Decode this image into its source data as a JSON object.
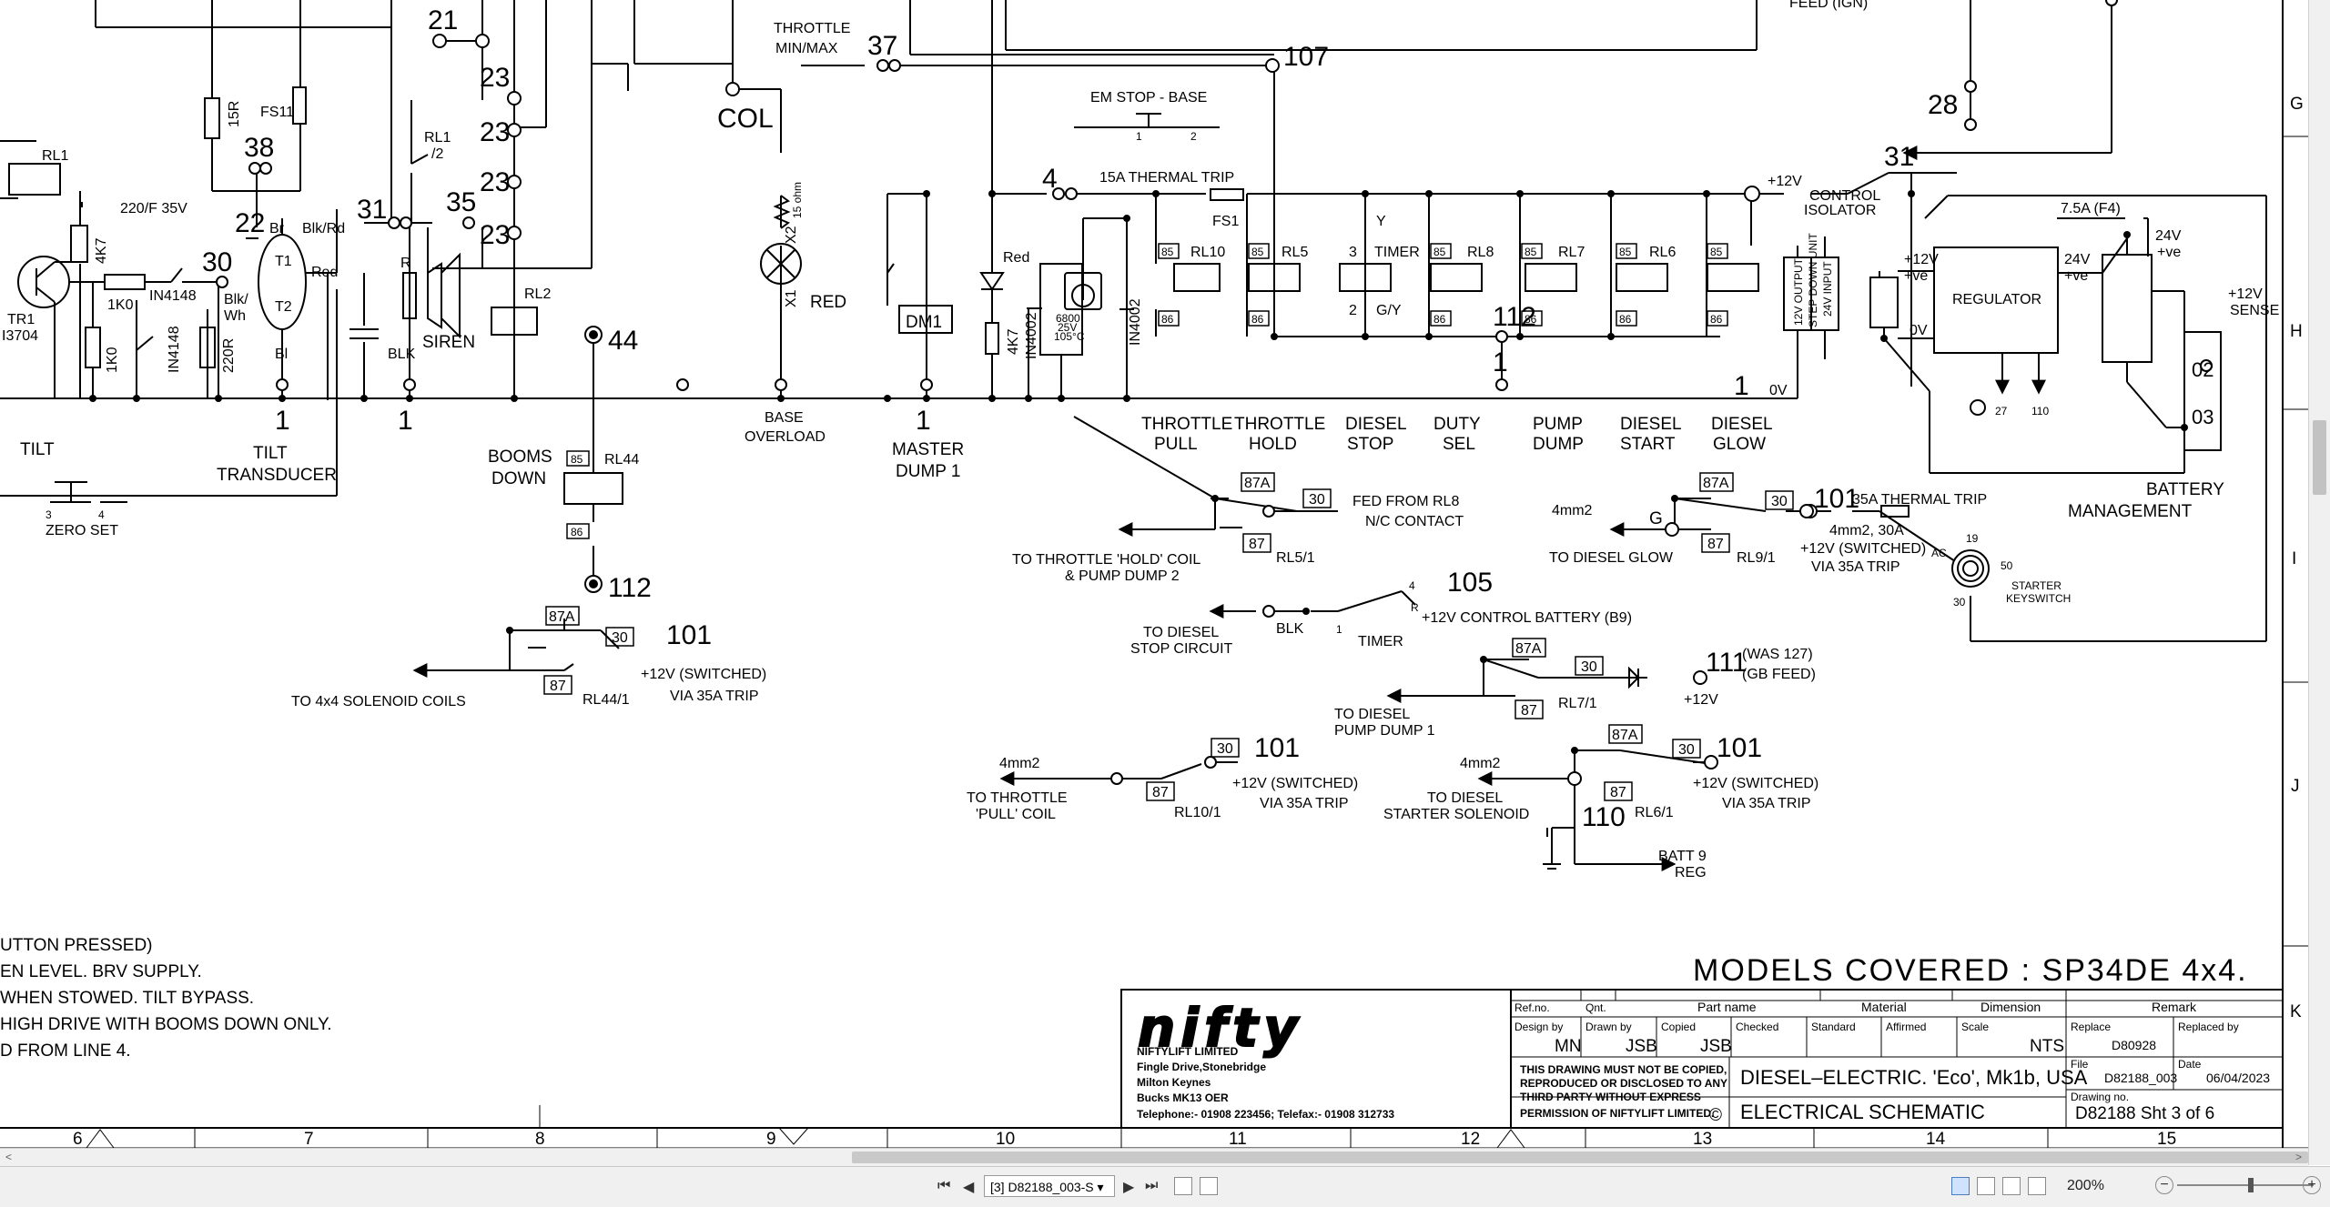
{
  "schematic": {
    "wire_numbers": {
      "w21": "21",
      "w23a": "23",
      "w23b": "23",
      "w23c": "23",
      "w23d": "23",
      "w37": "37",
      "w107": "107",
      "w28": "28",
      "w31r": "31",
      "w38": "38",
      "w22": "22",
      "w31l": "31",
      "w35": "35",
      "w30": "30",
      "w44": "44",
      "w4": "4",
      "w112a": "112",
      "w112b": "112",
      "w1a": "1",
      "w1b": "1",
      "w1c": "1",
      "w1d": "1",
      "w1e": "1",
      "w101a": "101",
      "w101b": "101",
      "w101c": "101",
      "w101d": "101",
      "w105": "105",
      "w111": "111",
      "w110": "110"
    },
    "labels": {
      "throttle_minmax": [
        "THROTTLE",
        "MIN/MAX"
      ],
      "col": "COL",
      "em_stop": "EM STOP - BASE",
      "thermal_15a": "15A THERMAL TRIP",
      "fs1": "FS1",
      "fs11": "FS11",
      "r15": "15R",
      "rl1": "RL1",
      "rl1_2": [
        "RL1",
        "/2"
      ],
      "cap_220": "220/F 35V",
      "r4k7": "4K7",
      "r1k0a": "1K0",
      "r1k0b": "1K0",
      "in4148a": "IN4148",
      "in4148b": "IN4148",
      "r220": "220R",
      "blkwh": [
        "Blk/",
        "Wh"
      ],
      "br": "Br",
      "blkrd": "Blk/Rd",
      "red_w": "Red",
      "t1": "T1",
      "t2": "T2",
      "bl": "Bl",
      "r_lbl": "R",
      "blk_w": "BLK",
      "siren": "SIREN",
      "rl2": "RL2",
      "tr1": [
        "TR1",
        "I3704"
      ],
      "tilt": "TILT",
      "tilt_transducer": [
        "TILT",
        "TRANSDUCER"
      ],
      "zero_set": "ZERO SET",
      "booms_down": [
        "BOOMS",
        "DOWN"
      ],
      "rl44": "RL44",
      "x2_15ohm": [
        "X2",
        "15 ohm"
      ],
      "x1": "X1",
      "red_lamp": "RED",
      "base_overload": [
        "BASE",
        "OVERLOAD"
      ],
      "dm1": "DM1",
      "master_dump": [
        "MASTER",
        "DUMP 1"
      ],
      "red_led": "Red",
      "in4002a": "IN4002",
      "in4002b": "IN4002",
      "cap_6800": [
        "6800",
        "25V",
        "105°C"
      ],
      "rl10": "RL10",
      "rl5": "RL5",
      "timer": "TIMER",
      "rl8": "RL8",
      "rl7": "RL7",
      "rl6": "RL6",
      "y": "Y",
      "gy": "G/Y",
      "plus12v": "+12V",
      "control_isolator": [
        "CONTROL",
        "ISOLATOR"
      ],
      "regulator": "REGULATOR",
      "fuse_f4": "7.5A (F4)",
      "v24": "24V",
      "pve": "+ve",
      "v0": "0V",
      "sense": [
        "+12V",
        "SENSE"
      ],
      "t02": "02",
      "t03": "03",
      "battery_mgmt": [
        "BATTERY",
        "MANAGEMENT"
      ],
      "throttle_pull": [
        "THROTTLE",
        "PULL"
      ],
      "throttle_hold": [
        "THROTTLE",
        "HOLD"
      ],
      "diesel_stop": [
        "DIESEL",
        "STOP"
      ],
      "duty_sel": [
        "DUTY",
        "SEL"
      ],
      "pump_dump": [
        "PUMP",
        "DUMP"
      ],
      "diesel_start": [
        "DIESEL",
        "START"
      ],
      "diesel_glow": [
        "DIESEL",
        "GLOW"
      ],
      "fed_from_rl8": [
        "FED FROM RL8",
        "N/C CONTACT"
      ],
      "to_throttle_hold": [
        "TO THROTTLE 'HOLD' COIL",
        "& PUMP DUMP 2"
      ],
      "rl5_1": "RL5/1",
      "mm4a": "4mm2",
      "mm4b": "4mm2",
      "mm4c": "4mm2",
      "g": "G",
      "thermal_35a": "35A THERMAL TRIP",
      "to_diesel_glow": "TO DIESEL GLOW",
      "rl9_1": "RL9/1",
      "mm4_30a": [
        "4mm2, 30A",
        "+12V (SWITCHED)",
        "VIA 35A TRIP"
      ],
      "starter_keyswitch": [
        "STARTER",
        "KEYSWITCH"
      ],
      "to_diesel_stop": [
        "TO DIESEL",
        "STOP CIRCUIT"
      ],
      "blk": "BLK",
      "timer_lbl": "TIMER",
      "control_battery": "+12V CONTROL BATTERY (B9)",
      "was127": [
        "(WAS 127)",
        "(GB FEED)"
      ],
      "to_pump_dump1": [
        "TO DIESEL",
        "PUMP DUMP 1"
      ],
      "rl7_1": "RL7/1",
      "to_throttle_pull": [
        "TO THROTTLE",
        "'PULL' COIL"
      ],
      "rl10_1": "RL10/1",
      "switched_35a": [
        "+12V (SWITCHED)",
        "VIA 35A TRIP"
      ],
      "to_starter_sol": [
        "TO DIESEL",
        "STARTER SOLENOID"
      ],
      "rl6_1": "RL6/1",
      "batt9": [
        "BATT 9",
        "REG"
      ],
      "to_4x4": "TO 4x4 SOLENOID COILS",
      "rl44_1": "RL44/1",
      "contact_87a": "87A",
      "contact_87": "87",
      "contact_85": "85",
      "contact_86": "86",
      "contact_30": "30",
      "feed_ign": "FEED (IGN)",
      "ks19": "19",
      "ks50": "50",
      "ks30": "30",
      "ksac": "AC",
      "n27": "27",
      "n110": "110",
      "n3": "3",
      "n2": "2",
      "n4": "4",
      "n1": "1",
      "cp1": "1",
      "cp2": "2",
      "cr": "R",
      "zs3": "3",
      "zs4": "4",
      "out_12v": "12V OUTPUT",
      "in_24v": "24V INPUT",
      "stepdown": "STEP DOWN UNIT"
    },
    "notes": [
      "UTTON PRESSED)",
      "EN LEVEL. BRV SUPPLY.",
      "WHEN STOWED. TILT BYPASS.",
      " HIGH DRIVE WITH BOOMS DOWN ONLY.",
      "D FROM LINE 4."
    ],
    "models_covered": "MODELS COVERED : SP34DE 4x4.",
    "zones_right": [
      "G",
      "H",
      "I",
      "J",
      "K"
    ],
    "zones_bottom": [
      "6",
      "7",
      "8",
      "9",
      "10",
      "11",
      "12",
      "13",
      "14",
      "15"
    ]
  },
  "title_block": {
    "logo": "nifty",
    "company": [
      "NIFTYLIFT LIMITED",
      "Fingle Drive,Stonebridge",
      "Milton Keynes",
      "Bucks MK13 OER",
      "Telephone:- 01908 223456; Telefax:- 01908 312733"
    ],
    "copyright_notice": [
      "THIS DRAWING MUST NOT BE COPIED,",
      "REPRODUCED OR DISCLOSED TO ANY",
      "THIRD PARTY WITHOUT EXPRESS",
      "PERMISSION OF NIFTYLIFT LIMITED."
    ],
    "copyright_symbol": "©",
    "headers": {
      "refno": "Ref.no.",
      "qnt": "Qnt.",
      "part_name": "Part name",
      "material": "Material",
      "dimension": "Dimension",
      "remark": "Remark",
      "design_by": "Design by",
      "drawn_by": "Drawn by",
      "copied": "Copied",
      "checked": "Checked",
      "standard": "Standard",
      "affirmed": "Affirmed",
      "scale": "Scale",
      "replace": "Replace",
      "replaced_by": "Replaced by",
      "file": "File",
      "date": "Date",
      "drawing_no": "Drawing no."
    },
    "values": {
      "design_by": "MN",
      "drawn_by": "JSB",
      "copied": "JSB",
      "scale": "NTS",
      "replace": "D80928",
      "file": "D82188_003",
      "date": "06/04/2023",
      "drawing_no": "D82188 Sht 3 of 6"
    },
    "description": "DIESEL–ELECTRIC. 'Eco', Mk1b, USA",
    "title": "ELECTRICAL SCHEMATIC"
  },
  "viewer": {
    "nav": {
      "first": "⏮",
      "prev": "◀",
      "next": "▶",
      "last": "⏭"
    },
    "sheet_select": "[3] D82188_003-S ▾",
    "zoom_level": "200%",
    "zoom_out": "−",
    "zoom_in": "+"
  }
}
